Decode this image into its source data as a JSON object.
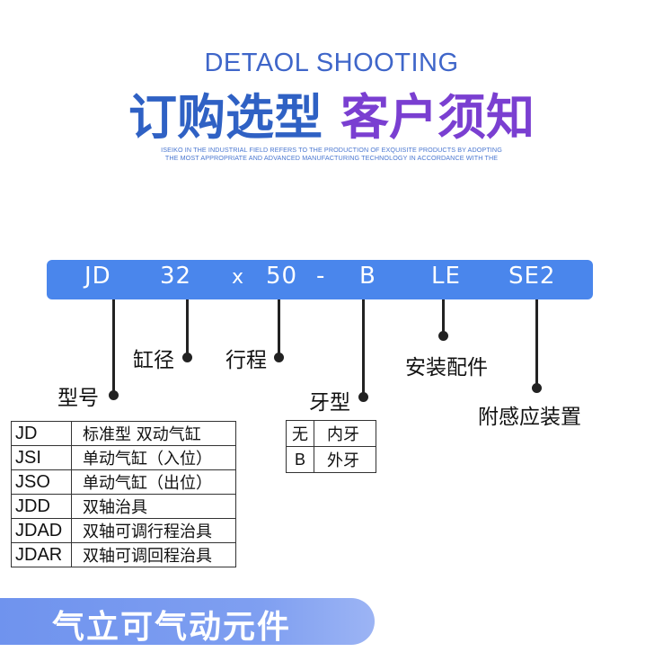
{
  "header": {
    "en_title": "DETAOL SHOOTING",
    "cn_title_part1": "订购选型",
    "cn_title_part2": "客户须知",
    "desc_line1": "ISEIKO IN THE INDUSTRIAL FIELD REFERS TO THE PRODUCTION OF EXQUISITE PRODUCTS BY ADOPTING",
    "desc_line2": "THE MOST APPROPRIATE AND ADVANCED MANUFACTURING TECHNOLOGY IN ACCORDANCE WITH THE"
  },
  "code": {
    "model": "JD",
    "bore": "32",
    "x": "x",
    "stroke": "50",
    "dash": "-",
    "thread": "B",
    "mount": "LE",
    "sensor": "SE2"
  },
  "labels": {
    "bore": "缸径",
    "stroke": "行程",
    "model": "型号",
    "thread": "牙型",
    "mount": "安装配件",
    "sensor": "附感应装置"
  },
  "model_table": [
    {
      "code": "JD",
      "desc": "标准型 双动气缸"
    },
    {
      "code": "JSI",
      "desc": "单动气缸（入位）"
    },
    {
      "code": "JSO",
      "desc": "单动气缸（出位）"
    },
    {
      "code": "JDD",
      "desc": "双轴治具"
    },
    {
      "code": "JDAD",
      "desc": "双轴可调行程治具"
    },
    {
      "code": "JDAR",
      "desc": "双轴可调回程治具"
    }
  ],
  "thread_table": [
    {
      "code": "无",
      "desc": "内牙"
    },
    {
      "code": "B",
      "desc": "外牙"
    }
  ],
  "banner": {
    "text": "气立可气动元件"
  },
  "colors": {
    "title_blue": "#2f61c4",
    "title_purple": "#7a3fd1",
    "bar_blue": "#4a86ec",
    "banner_blue": "#7f9ff1"
  }
}
